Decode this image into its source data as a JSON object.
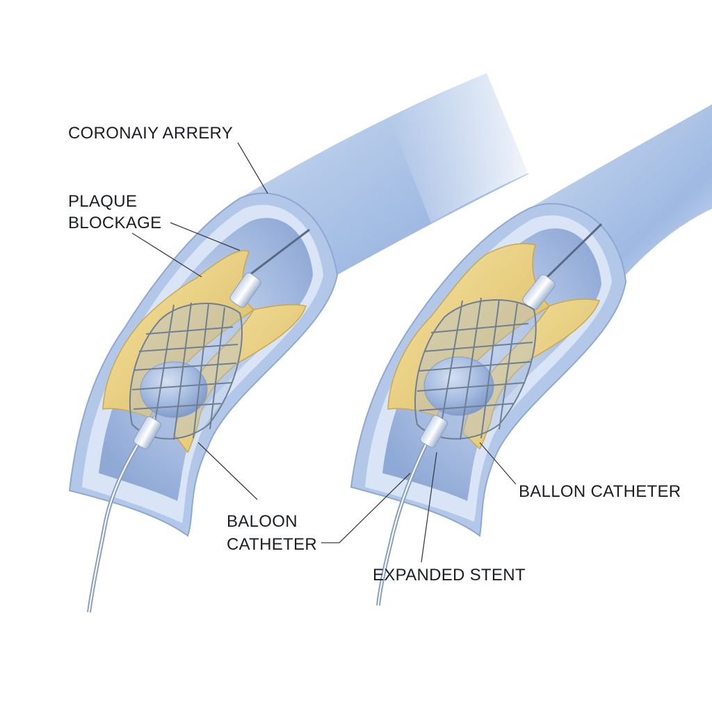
{
  "labels": {
    "coronary_artery": "CORONAIY ARRERY",
    "plaque_line1": "PLAQUE",
    "plaque_line2": "BLOCKAGE",
    "baloon_line1": "BALOON",
    "baloon_line2": "CATHETER",
    "ballon_catheter": "BALLON CATHETER",
    "expanded_stent": "EXPANDED STENT"
  },
  "colors": {
    "artery_light": "#dbe7f6",
    "artery_mid": "#a9c2e6",
    "artery_dark": "#7f9fd2",
    "lumen": "#b8cdee",
    "plaque": "#efd488",
    "plaque_dark": "#c9a84a",
    "stent": "#6f7f92",
    "balloon": "#a6bde3",
    "leader": "#3a3f45"
  }
}
